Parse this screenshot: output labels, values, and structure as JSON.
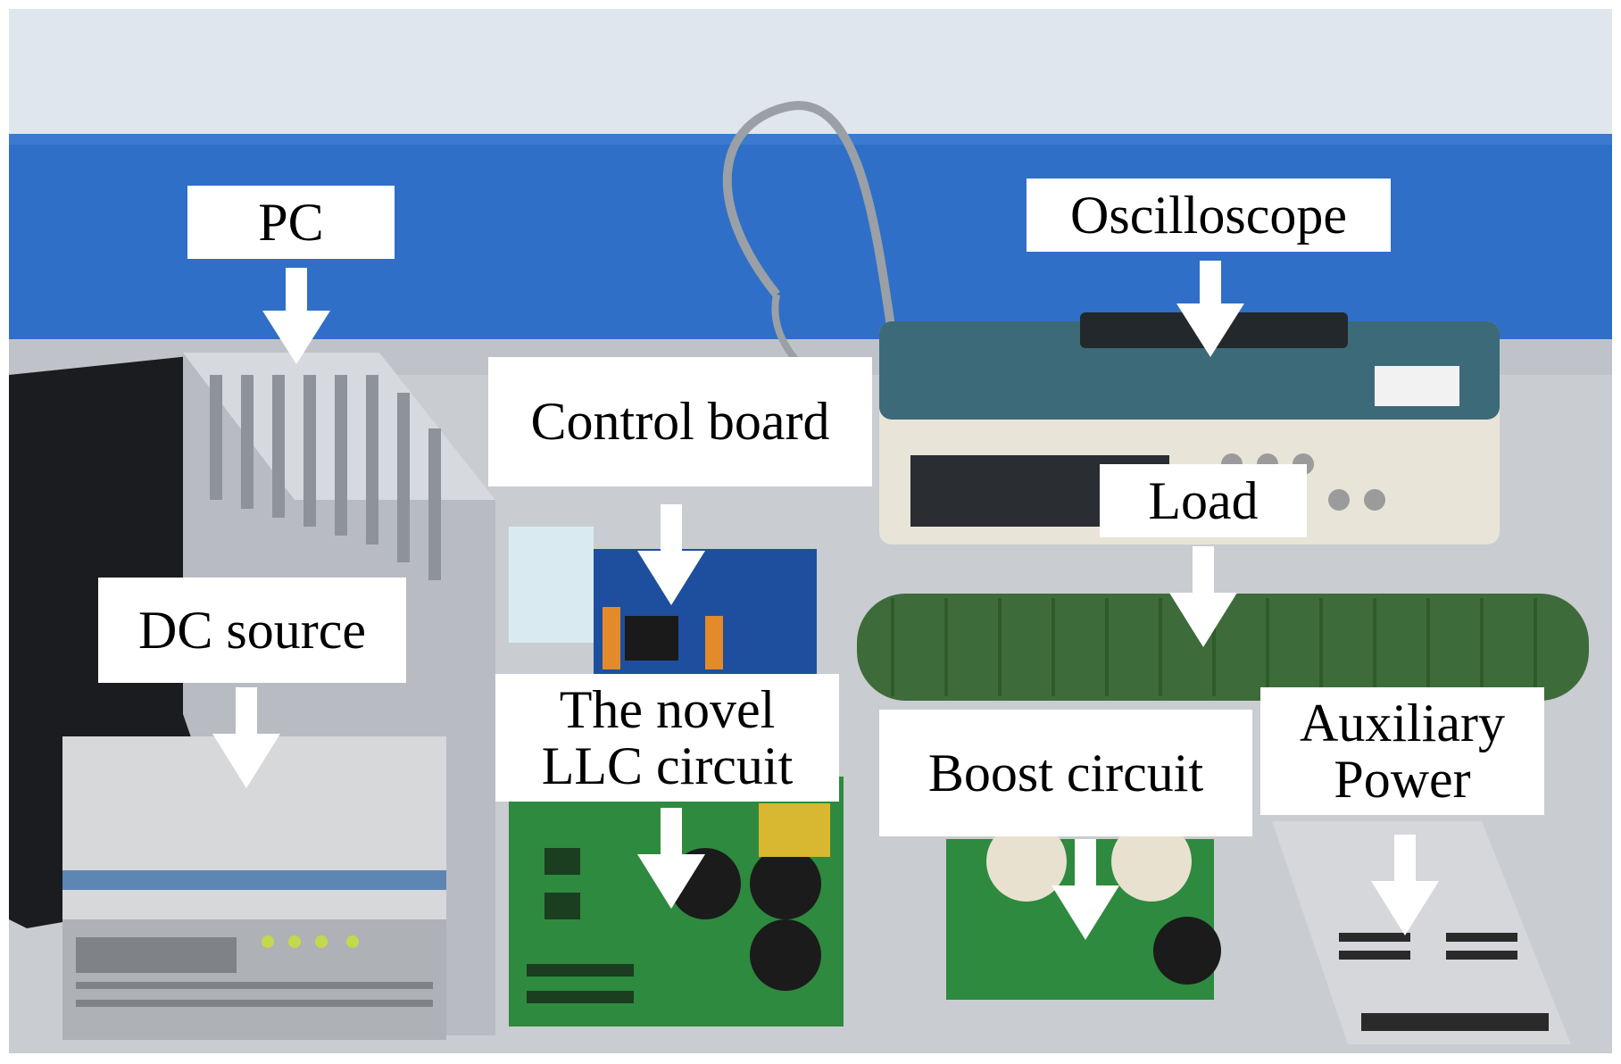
{
  "labels": {
    "pc": "PC",
    "oscilloscope": "Oscilloscope",
    "control_board": "Control board",
    "load": "Load",
    "dc_source": "DC source",
    "llc_line1": "The novel",
    "llc_line2": "LLC circuit",
    "boost": "Boost circuit",
    "aux_line1": "Auxiliary",
    "aux_line2": "Power"
  },
  "colors": {
    "wall_blue": "#2f6fc7",
    "desk_gray": "#c9ccd1",
    "pcb_green": "#2e8a3e",
    "load_green": "#3d6b3a",
    "label_bg": "#ffffff",
    "arrow": "#ffffff"
  }
}
